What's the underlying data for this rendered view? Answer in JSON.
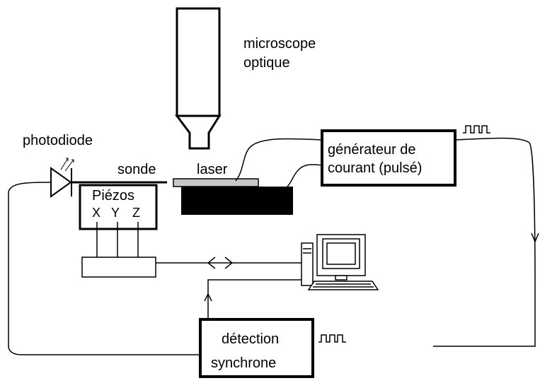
{
  "labels": {
    "microscope_line1": "microscope",
    "microscope_line2": "optique",
    "photodiode": "photodiode",
    "sonde": "sonde",
    "laser": "laser",
    "piezos": "Piézos",
    "axis_x": "X",
    "axis_y": "Y",
    "axis_z": "Z",
    "generator_line1": "générateur de",
    "generator_line2": "courant (pulsé)",
    "detection_line1": "détection",
    "detection_line2": "synchrone"
  },
  "colors": {
    "stroke": "#000000",
    "laser_fill": "#c8c8c8",
    "block_fill": "#000000",
    "background": "#ffffff"
  },
  "icons": [
    "computer-icon",
    "pulse-train-icon",
    "double-arrow-icon",
    "diode-icon"
  ]
}
